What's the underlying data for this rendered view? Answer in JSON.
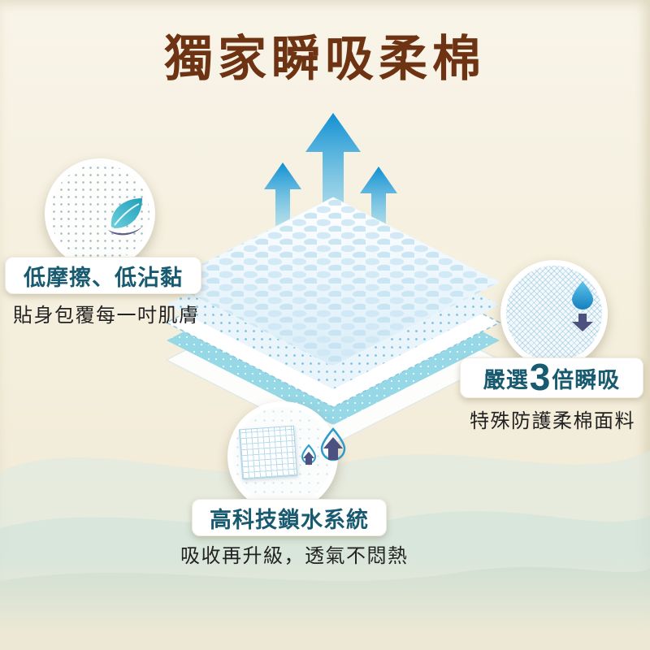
{
  "title": "獨家瞬吸柔棉",
  "callouts": {
    "friction": {
      "label": "低摩擦、低沾黏",
      "description": "貼身包覆每一吋肌膚",
      "icon": "leaf-icon"
    },
    "absorb": {
      "label_prefix": "嚴選",
      "label_number": "3",
      "label_suffix": "倍瞬吸",
      "description": "特殊防護柔棉面料",
      "icon": "droplet-down-arrow-icon"
    },
    "lock": {
      "label": "高科技鎖水系統",
      "description": "吸收再升級，透氣不悶熱",
      "icon": "droplets-up-arrow-icon"
    }
  },
  "colors": {
    "bg_top": "#f8f4e8",
    "bg_bottom": "#efe8d4",
    "title": "#6d3312",
    "label_text": "#185a70",
    "desc_text": "#222222",
    "arrow_top": "#0f8fd2",
    "arrow_bottom": "#a5e2f4",
    "layer_teal": "#96d8e6",
    "mountain_light": "#dcebe3",
    "mountain_mid": "#cfe3d8",
    "mountain_dark": "#c3d9cd"
  }
}
